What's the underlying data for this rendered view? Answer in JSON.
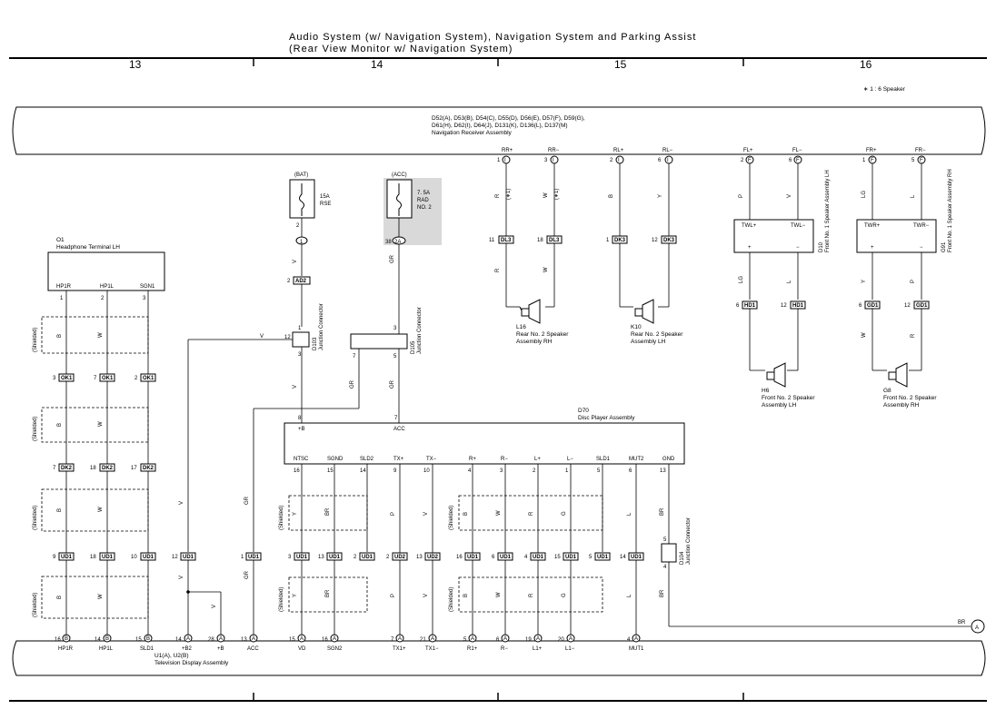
{
  "title": {
    "line1": "Audio System (w/ Navigation System), Navigation System and Parking Assist",
    "line2": "(Rear View Monitor w/ Navigation System)"
  },
  "columns": [
    "13",
    "14",
    "15",
    "16"
  ],
  "note": "∗ 1 : 6 Speaker",
  "nav_receiver": {
    "codes1": "D52(A), D53(B), D54(C), D55(D), D56(E), D57(F), D59(G),",
    "codes2": "D61(H), D62(I), D64(J), D131(K), D136(L), D137(M)",
    "name": "Navigation Receiver Assembly",
    "pins": [
      {
        "name": "RR+",
        "num": "1",
        "conn": "I"
      },
      {
        "name": "RR−",
        "num": "3",
        "conn": "I"
      },
      {
        "name": "RL+",
        "num": "2",
        "conn": "I"
      },
      {
        "name": "RL−",
        "num": "6",
        "conn": "I"
      },
      {
        "name": "FL+",
        "num": "2",
        "conn": "F"
      },
      {
        "name": "FL−",
        "num": "6",
        "conn": "F"
      },
      {
        "name": "FR+",
        "num": "1",
        "conn": "F"
      },
      {
        "name": "FR−",
        "num": "5",
        "conn": "F"
      }
    ]
  },
  "fuses": {
    "bat": {
      "supply": "(BAT)",
      "rating": "15A",
      "name": "RSE",
      "pin": "2",
      "conn": "1"
    },
    "acc": {
      "supply": "(ACC)",
      "rating": "7. 5A",
      "name1": "RAD",
      "name2": "NO. 2",
      "pin": "38",
      "conn": "2A"
    }
  },
  "headphone": {
    "code": "O1",
    "name": "Headphone Terminal LH",
    "pins": [
      {
        "name": "HP1R",
        "num": "1"
      },
      {
        "name": "HP1L",
        "num": "2"
      },
      {
        "name": "SGN1",
        "num": "3"
      }
    ]
  },
  "shielded": "(Shielded)",
  "splices": {
    "ok1": [
      "3",
      "7",
      "2"
    ],
    "ok1_label": "OK1",
    "dk2": [
      "7",
      "18",
      "17"
    ],
    "dk2_label": "DK2",
    "ud1": [
      "9",
      "18",
      "10"
    ],
    "ud1_label": "UD1"
  },
  "junctions": {
    "d103": {
      "code": "D103",
      "name": "Junction Connector",
      "pins": [
        "1",
        "12",
        "3"
      ]
    },
    "d105": {
      "code": "D105",
      "name": "Junction Connector",
      "pins": [
        "3",
        "7",
        "5"
      ]
    },
    "d104": {
      "code": "D104",
      "name": "Junction Connector",
      "pins": [
        "5",
        "4"
      ]
    }
  },
  "ad2": {
    "num": "2",
    "label": "AD2"
  },
  "disc_player": {
    "code": "D70",
    "name": "Disc Player Assembly",
    "top": [
      {
        "name": "+B",
        "num": "8"
      },
      {
        "name": "ACC",
        "num": "7"
      }
    ],
    "pins": [
      {
        "name": "NTSC",
        "num": "16"
      },
      {
        "name": "SGND",
        "num": "15"
      },
      {
        "name": "SLD2",
        "num": "14"
      },
      {
        "name": "TX+",
        "num": "9"
      },
      {
        "name": "TX−",
        "num": "10"
      },
      {
        "name": "R+",
        "num": "4"
      },
      {
        "name": "R−",
        "num": "3"
      },
      {
        "name": "L+",
        "num": "2"
      },
      {
        "name": "L−",
        "num": "1"
      },
      {
        "name": "SLD1",
        "num": "5"
      },
      {
        "name": "MUT2",
        "num": "6"
      },
      {
        "name": "GND",
        "num": "13"
      }
    ]
  },
  "dp_connectors": [
    {
      "num": "3",
      "label": "UD1"
    },
    {
      "num": "13",
      "label": "UD1"
    },
    {
      "num": "2",
      "label": "UD1"
    },
    {
      "num": "2",
      "label": "UD2"
    },
    {
      "num": "13",
      "label": "UD2"
    },
    {
      "num": "16",
      "label": "UD1"
    },
    {
      "num": "6",
      "label": "UD1"
    },
    {
      "num": "4",
      "label": "UD1"
    },
    {
      "num": "15",
      "label": "UD1"
    },
    {
      "num": "5",
      "label": "UD1"
    },
    {
      "num": "14",
      "label": "UD1"
    }
  ],
  "left_connectors": [
    {
      "num": "12",
      "label": "UD1"
    },
    {
      "num": "1",
      "label": "UD1"
    }
  ],
  "tv": {
    "code": "U1(A), U2(B)",
    "name": "Television Display Assembly",
    "pins": [
      {
        "name": "HP1R",
        "num": "16",
        "conn": "B"
      },
      {
        "name": "HP1L",
        "num": "14",
        "conn": "B"
      },
      {
        "name": "SLD1",
        "num": "15",
        "conn": "B"
      },
      {
        "name": "+B2",
        "num": "14",
        "conn": "A"
      },
      {
        "name": "+B",
        "num": "28",
        "conn": "A"
      },
      {
        "name": "ACC",
        "num": "13",
        "conn": "A"
      },
      {
        "name": "VD",
        "num": "15",
        "conn": "A"
      },
      {
        "name": "SGN2",
        "num": "16",
        "conn": "A"
      },
      {
        "name": "TX1+",
        "num": "7",
        "conn": "A"
      },
      {
        "name": "TX1−",
        "num": "21",
        "conn": "A"
      },
      {
        "name": "R1+",
        "num": "5",
        "conn": "A"
      },
      {
        "name": "R−",
        "num": "6",
        "conn": "A"
      },
      {
        "name": "L1+",
        "num": "19",
        "conn": "A"
      },
      {
        "name": "L1−",
        "num": "20",
        "conn": "A"
      },
      {
        "name": "MUT1",
        "num": "4",
        "conn": "A"
      }
    ]
  },
  "speakers": {
    "l16": {
      "code": "L16",
      "name1": "Rear No. 2 Speaker",
      "name2": "Assembly RH",
      "dl3": [
        {
          "num": "11",
          "label": "DL3"
        },
        {
          "num": "18",
          "label": "DL3"
        }
      ]
    },
    "k10": {
      "code": "K10",
      "name1": "Rear No. 2 Speaker",
      "name2": "Assembly LH",
      "dk3": [
        {
          "num": "1",
          "label": "DK3"
        },
        {
          "num": "12",
          "label": "DK3"
        }
      ]
    },
    "h6": {
      "code": "H6",
      "name1": "Front No. 2 Speaker",
      "name2": "Assembly LH",
      "hd1": [
        {
          "num": "6",
          "label": "HD1"
        },
        {
          "num": "12",
          "label": "HD1"
        }
      ]
    },
    "g8": {
      "code": "G8",
      "name1": "Front No. 2 Speaker",
      "name2": "Assembly RH",
      "gd1": [
        {
          "num": "6",
          "label": "GD1"
        },
        {
          "num": "12",
          "label": "GD1"
        }
      ]
    },
    "d10": {
      "code": "D10",
      "name": "Front No. 1 Speaker Assembly LH",
      "p1": "TWL+",
      "p2": "TWL−",
      "plus": "+",
      "minus": "−"
    },
    "g91": {
      "code": "G91",
      "name": "Front No. 1 Speaker Assembly RH",
      "p1": "TWR+",
      "p2": "TWR−",
      "plus": "+",
      "minus": "−"
    }
  },
  "wire_colors": {
    "rr": [
      "R",
      "W"
    ],
    "rl": [
      "B",
      "Y"
    ],
    "fl": [
      "P",
      "V"
    ],
    "fr": [
      "LG",
      "L"
    ],
    "fl_low": [
      "LG",
      "L"
    ],
    "fr_low": [
      "Y",
      "P"
    ],
    "fr_bot": [
      "W",
      "R"
    ],
    "hp": [
      "B",
      "W"
    ],
    "v": "V",
    "gr": "GR",
    "br": "BR",
    "y": "Y",
    "p": "P",
    "l": "L",
    "g": "G"
  },
  "star1": "(∗1)",
  "ground_ref": {
    "wire": "BR",
    "label": "A"
  }
}
